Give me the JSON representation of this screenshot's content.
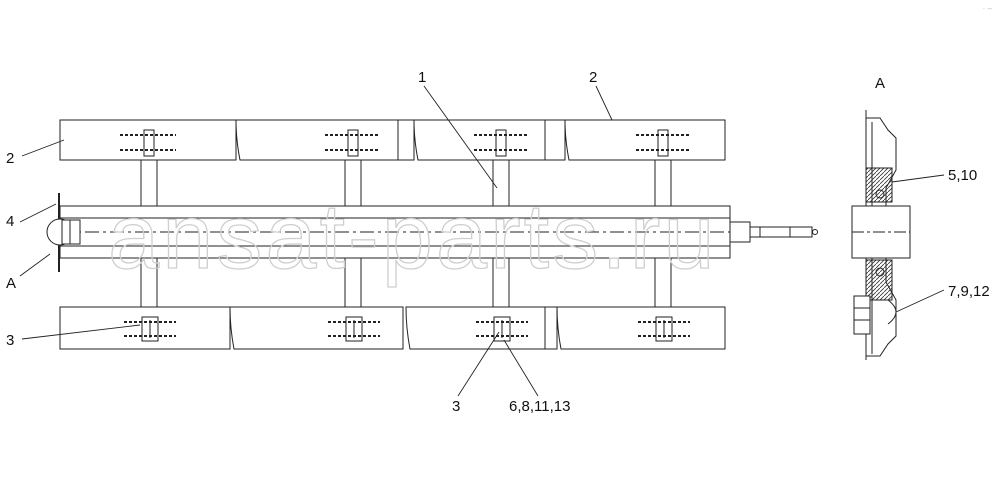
{
  "callouts": {
    "c1": "1",
    "c2_top": "2",
    "c2_left": "2",
    "c4": "4",
    "cA_left": "A",
    "c3_left": "3",
    "c3_bottom": "3",
    "c6": "6,8,11,13",
    "cA_view": "A",
    "c5": "5,10",
    "c7": "7,9,12"
  },
  "watermark": "ansat-parts.ru",
  "corner_mark": "· –"
}
